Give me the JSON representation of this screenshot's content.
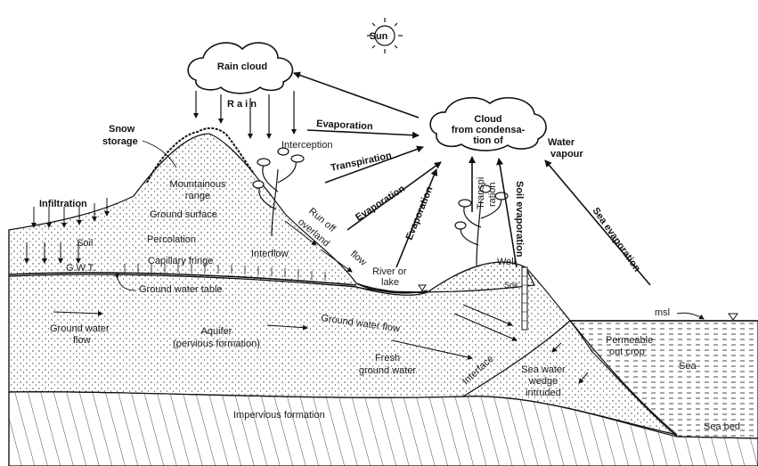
{
  "labels": {
    "sun": "Sun",
    "rain_cloud": "Rain cloud",
    "rain": "R a i n",
    "cloud_l1": "Cloud",
    "cloud_l2": "from condensa-",
    "cloud_l3": "tion of",
    "water_l1": "Water",
    "water_l2": "vapour",
    "evaporation_top": "Evaporation",
    "transpiration": "Transpiration",
    "evaporation_mid": "Evaporation",
    "evaporation_river": "Evaporation",
    "transpi_1": "Transpi",
    "transpi_2": "ration",
    "soil_evaporation": "Soil evaporation",
    "sea_evaporation": "Sea evaporation",
    "interception": "Interception",
    "snow_1": "Snow",
    "snow_2": "storage",
    "mountain_1": "Mountainous",
    "mountain_2": "range",
    "ground_surface": "Ground surface",
    "runoff_1": "Run off",
    "runoff_2": "overland",
    "runoff_3": "flow",
    "infiltration": "Infiltration",
    "soil": "Soil",
    "percolation": "Percolation",
    "gwt": "G.W.T.",
    "capillary": "Capillary fringe",
    "interflow": "Interflow",
    "gw_table": "Ground water table",
    "river_1": "River or",
    "river_2": "lake",
    "well": "Well",
    "soil_small": "Soil",
    "gw_flow_left_1": "Ground water",
    "gw_flow_left_2": "flow",
    "aquifer_1": "Aquifer",
    "aquifer_2": "(pervious formation)",
    "gw_flow_mid": "Ground water flow",
    "fresh_1": "Fresh",
    "fresh_2": "ground water",
    "interface": "Interface",
    "msl": "msl",
    "permeable_1": "Permeable",
    "permeable_2": "out crop",
    "sea": "Sea",
    "wedge_1": "Sea water",
    "wedge_2": "wedge",
    "wedge_3": "intruded",
    "impervious": "Impervious formation",
    "sea_bed": "Sea bed"
  },
  "colors": {
    "ink": "#1a1a1a",
    "paper": "#ffffff"
  }
}
